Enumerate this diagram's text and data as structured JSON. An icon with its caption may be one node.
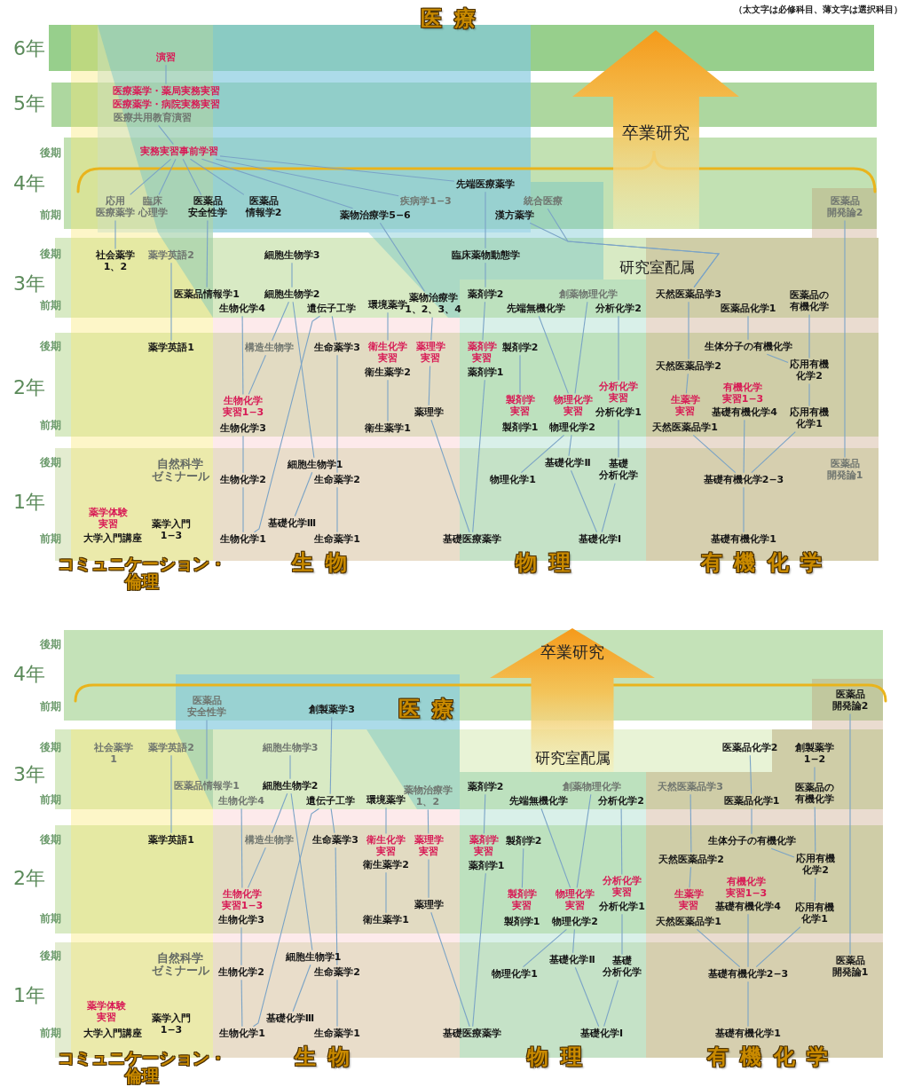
{
  "diagram": {
    "nodes": [
      {
        "text": [
          "卒業研究"
        ]
      },
      {
        "text": [
          "演習"
        ]
      },
      {
        "text": [
          "医療薬学・薬局実務実習"
        ]
      },
      {
        "text": [
          "医療共用教育演習"
        ]
      },
      {
        "text": [
          "実務実習事前学習"
        ]
      },
      {
        "text": [
          "先端医療薬学"
        ]
      },
      {
        "text": [
          "応用医療薬学"
        ]
      },
      {
        "text": [
          "臨床心理学"
        ]
      },
      {
        "text": [
          "医薬品安全性学"
        ]
      },
      {
        "text": [
          "医薬品情報学2"
        ]
      },
      {
        "text": [
          "疾病学1−3"
        ]
      },
      {
        "text": [
          "薬物治療学5−6"
        ]
      },
      {
        "text": [
          "統合医療"
        ]
      },
      {
        "text": [
          "漢方薬学"
        ]
      },
      {
        "text": [
          "医薬品開発論2"
        ]
      },
      {
        "text": [
          "社会薬学1、2"
        ]
      },
      {
        "text": [
          "薬学英語2"
        ]
      },
      {
        "text": [
          "細胞生物学3"
        ]
      },
      {
        "text": [
          "臨床薬物動態学"
        ]
      },
      {
        "text": [
          "医薬品情報学1"
        ]
      },
      {
        "text": [
          "細胞生物学2"
        ]
      },
      {
        "text": [
          "生物化学4"
        ]
      },
      {
        "text": [
          "遺伝子工学"
        ]
      },
      {
        "text": [
          "環境薬学"
        ]
      },
      {
        "text": [
          "薬物治療学1、2、3、4"
        ]
      },
      {
        "text": [
          "薬剤学2"
        ]
      },
      {
        "text": [
          "創薬物理化学"
        ]
      },
      {
        "text": [
          "天然医薬品学3"
        ]
      },
      {
        "text": [
          "医薬品の有機化学"
        ]
      },
      {
        "text": [
          "先端無機化学"
        ]
      },
      {
        "text": [
          "分析化学2"
        ]
      },
      {
        "text": [
          "医薬品化学1"
        ]
      },
      {
        "text": [
          "薬学英語1"
        ]
      },
      {
        "text": [
          "構造生物学"
        ]
      },
      {
        "text": [
          "生命薬学3"
        ]
      },
      {
        "text": [
          "衛生化学実習"
        ]
      },
      {
        "text": [
          "薬理学実習"
        ]
      },
      {
        "text": [
          "薬剤学実習"
        ]
      },
      {
        "text": [
          "製剤学2"
        ]
      },
      {
        "text": [
          "生体分子の有機化学"
        ]
      },
      {
        "text": [
          "衛生薬学2"
        ]
      },
      {
        "text": [
          "薬剤学1"
        ]
      },
      {
        "text": [
          "天然医薬品学2"
        ]
      },
      {
        "text": [
          "応用有機化学2"
        ]
      },
      {
        "text": [
          "生物化学実習1−3"
        ]
      },
      {
        "text": [
          "分析化学実習"
        ]
      },
      {
        "text": [
          "製剤学実習"
        ]
      },
      {
        "text": [
          "物理化学実習"
        ]
      },
      {
        "text": [
          "生薬学実習"
        ]
      },
      {
        "text": [
          "薬理学"
        ]
      },
      {
        "text": [
          "分析化学1"
        ]
      },
      {
        "text": [
          "基礎有機化学4"
        ]
      },
      {
        "text": [
          "応用有機化学1"
        ]
      },
      {
        "text": [
          "生物化学3"
        ]
      },
      {
        "text": [
          "衛生薬学1"
        ]
      },
      {
        "text": [
          "物理化学2"
        ]
      },
      {
        "text": [
          "天然医薬品学1"
        ]
      },
      {
        "text": [
          "細胞生物学1"
        ]
      },
      {
        "text": [
          "基礎化学Ⅱ"
        ]
      },
      {
        "text": [
          "基礎分析化学"
        ]
      },
      {
        "text": [
          "医薬品開発論1"
        ]
      },
      {
        "text": [
          "生物化学2"
        ]
      },
      {
        "text": [
          "生命薬学2"
        ]
      },
      {
        "text": [
          "物理化学1"
        ]
      },
      {
        "text": [
          "基礎有機化学2−3"
        ]
      },
      {
        "text": [
          "基礎化学Ⅲ"
        ]
      },
      {
        "text": [
          "生物化学1"
        ]
      },
      {
        "text": [
          "生命薬学1"
        ]
      },
      {
        "text": [
          "基礎医療薬学"
        ]
      },
      {
        "text": [
          "基礎化学Ⅰ"
        ]
      },
      {
        "text": [
          "基礎有機化学1"
        ]
      },
      {
        "text": [
          "卒業研究"
        ]
      },
      {
        "text": [
          "医薬品安全性学"
        ]
      },
      {
        "text": [
          "創製薬学3"
        ]
      },
      {
        "text": [
          "医薬品開発論2"
        ]
      },
      {
        "text": [
          "薬学英語2"
        ]
      },
      {
        "text": [
          "細胞生物学3"
        ]
      },
      {
        "text": [
          "医薬品化学2"
        ]
      },
      {
        "text": [
          "創製薬学1−2"
        ]
      },
      {
        "text": [
          "医薬品情報学1"
        ]
      },
      {
        "text": [
          "細胞生物学2"
        ]
      },
      {
        "text": [
          "薬剤学2"
        ]
      },
      {
        "text": [
          "創薬物理化学"
        ]
      },
      {
        "text": [
          "天然医薬品学3"
        ]
      },
      {
        "text": [
          "医薬品の有機化学"
        ]
      },
      {
        "text": [
          "生物化学4"
        ]
      },
      {
        "text": [
          "遺伝子工学"
        ]
      },
      {
        "text": [
          "環境薬学"
        ]
      },
      {
        "text": [
          "薬物治療学1、2"
        ]
      },
      {
        "text": [
          "先端無機化学"
        ]
      },
      {
        "text": [
          "分析化学2"
        ]
      },
      {
        "text": [
          "医薬品化学1"
        ]
      },
      {
        "text": [
          "薬学英語1"
        ]
      },
      {
        "text": [
          "構造生物学"
        ]
      },
      {
        "text": [
          "生命薬学3"
        ]
      },
      {
        "text": [
          "衛生化学実習"
        ]
      },
      {
        "text": [
          "薬理学実習"
        ]
      },
      {
        "text": [
          "薬剤学実習"
        ]
      },
      {
        "text": [
          "製剤学2"
        ]
      },
      {
        "text": [
          "生体分子の有機化学"
        ]
      },
      {
        "text": [
          "衛生薬学2"
        ]
      },
      {
        "text": [
          "天然医薬品学2"
        ]
      },
      {
        "text": [
          "応用有機化学2"
        ]
      },
      {
        "text": [
          "分析化学実習"
        ]
      },
      {
        "text": [
          "生物化学実習1−3"
        ]
      },
      {
        "text": [
          "製剤学実習"
        ]
      },
      {
        "text": [
          "物理化学実習"
        ]
      },
      {
        "text": [
          "生薬学実習"
        ]
      },
      {
        "text": [
          "薬理学"
        ]
      },
      {
        "text": [
          "分析化学1"
        ]
      },
      {
        "text": [
          "基礎有機化学4"
        ]
      },
      {
        "text": [
          "応用有機化学1"
        ]
      },
      {
        "text": [
          "生物化学3"
        ]
      },
      {
        "text": [
          "衛生薬学1"
        ]
      },
      {
        "text": [
          "物理化学2"
        ]
      },
      {
        "text": [
          "天然医薬品学1"
        ]
      },
      {
        "text": [
          "細胞生物学1"
        ]
      },
      {
        "text": [
          "基礎化学Ⅱ"
        ]
      },
      {
        "text": [
          "基礎分析化学"
        ]
      },
      {
        "text": [
          "医薬品開発論1"
        ]
      },
      {
        "text": [
          "生物化学2"
        ]
      },
      {
        "text": [
          "生命薬学2"
        ]
      },
      {
        "text": [
          "物理化学1"
        ]
      },
      {
        "text": [
          "基礎有機化学2−3"
        ]
      },
      {
        "text": [
          "基礎化学Ⅲ"
        ]
      },
      {
        "text": [
          "生物化学1"
        ]
      },
      {
        "text": [
          "生命薬学1"
        ]
      },
      {
        "text": [
          "基礎医療薬学"
        ]
      },
      {
        "text": [
          "基礎化学Ⅰ"
        ]
      },
      {
        "text": [
          "基礎有機化学1"
        ]
      },
      {
        "text": [
          "薬剤学1"
        ]
      }
    ],
    "edges": [
      {
        "from": 1,
        "to": 2,
        "arrow": "none"
      },
      {
        "from": 3,
        "to": 4,
        "arrow": "none"
      },
      {
        "from": 4,
        "to": 6,
        "arrow": "none"
      },
      {
        "from": 4,
        "to": 7,
        "arrow": "none"
      },
      {
        "from": 4,
        "to": 8,
        "arrow": "none"
      },
      {
        "from": 4,
        "to": 9,
        "arrow": "none"
      },
      {
        "from": 4,
        "to": 10,
        "arrow": "none"
      },
      {
        "from": 4,
        "to": 11,
        "arrow": "none"
      },
      {
        "from": 4,
        "to": 5,
        "arrow": "none"
      },
      {
        "from": 6,
        "to": 15,
        "arrow": "none"
      },
      {
        "from": 16,
        "to": 32,
        "arrow": "none"
      },
      {
        "from": 8,
        "to": 19,
        "arrow": "none"
      },
      {
        "from": 17,
        "to": 20,
        "arrow": "none"
      },
      {
        "from": 11,
        "to": 24,
        "arrow": "none"
      },
      {
        "from": 5,
        "to": 18,
        "arrow": "none"
      },
      {
        "from": 18,
        "to": 25,
        "arrow": "none"
      },
      {
        "from": 12,
        "to": 27,
        "arrow": "none"
      },
      {
        "from": 13,
        "to": 27,
        "arrow": "none"
      },
      {
        "from": 14,
        "to": 60,
        "arrow": "none"
      },
      {
        "from": 20,
        "to": 33,
        "arrow": "none"
      },
      {
        "from": 33,
        "to": 44,
        "arrow": "none"
      },
      {
        "from": 20,
        "to": 57,
        "arrow": "none"
      },
      {
        "from": 57,
        "to": 65,
        "arrow": "none"
      },
      {
        "from": 22,
        "to": 34,
        "arrow": "none"
      },
      {
        "from": 22,
        "to": 66,
        "arrow": "none"
      },
      {
        "from": 21,
        "to": 44,
        "arrow": "none"
      },
      {
        "from": 53,
        "to": 61,
        "arrow": "none"
      },
      {
        "from": 61,
        "to": 66,
        "arrow": "none"
      },
      {
        "from": 34,
        "to": 62,
        "arrow": "none"
      },
      {
        "from": 62,
        "to": 67,
        "arrow": "none"
      },
      {
        "from": 23,
        "to": 35,
        "arrow": "none"
      },
      {
        "from": 40,
        "to": 54,
        "arrow": "none"
      },
      {
        "from": 24,
        "to": 36,
        "arrow": "none"
      },
      {
        "from": 36,
        "to": 49,
        "arrow": "none"
      },
      {
        "from": 49,
        "to": 68,
        "arrow": "none"
      },
      {
        "from": 25,
        "to": 37,
        "arrow": "none"
      },
      {
        "from": 41,
        "to": 68,
        "arrow": "none"
      },
      {
        "from": 38,
        "to": 46,
        "arrow": "none"
      },
      {
        "from": 29,
        "to": 47,
        "arrow": "none"
      },
      {
        "from": 26,
        "to": 47,
        "arrow": "none"
      },
      {
        "from": 30,
        "to": 45,
        "arrow": "none"
      },
      {
        "from": 50,
        "to": 59,
        "arrow": "none"
      },
      {
        "from": 55,
        "to": 63,
        "arrow": "none"
      },
      {
        "from": 55,
        "to": 58,
        "arrow": "none"
      },
      {
        "from": 58,
        "to": 69,
        "arrow": "none"
      },
      {
        "from": 59,
        "to": 69,
        "arrow": "none"
      },
      {
        "from": 27,
        "to": 42,
        "arrow": "none"
      },
      {
        "from": 31,
        "to": 39,
        "arrow": "none"
      },
      {
        "from": 28,
        "to": 43,
        "arrow": "none"
      },
      {
        "from": 39,
        "to": 43,
        "arrow": "none"
      },
      {
        "from": 42,
        "to": 48,
        "arrow": "none"
      },
      {
        "from": 43,
        "to": 52,
        "arrow": "none"
      },
      {
        "from": 56,
        "to": 64,
        "arrow": "none"
      },
      {
        "from": 51,
        "to": 64,
        "arrow": "none"
      },
      {
        "from": 52,
        "to": 64,
        "arrow": "none"
      },
      {
        "from": 64,
        "to": 70,
        "arrow": "none"
      },
      {
        "from": 72,
        "to": 79,
        "arrow": "none"
      },
      {
        "from": 73,
        "to": 86,
        "arrow": "none"
      },
      {
        "from": 74,
        "to": 119,
        "arrow": "none"
      },
      {
        "from": 75,
        "to": 92,
        "arrow": "none"
      },
      {
        "from": 76,
        "to": 80,
        "arrow": "none"
      },
      {
        "from": 80,
        "to": 93,
        "arrow": "none"
      },
      {
        "from": 93,
        "to": 104,
        "arrow": "none"
      },
      {
        "from": 80,
        "to": 116,
        "arrow": "none"
      },
      {
        "from": 116,
        "to": 124,
        "arrow": "none"
      },
      {
        "from": 86,
        "to": 94,
        "arrow": "none"
      },
      {
        "from": 86,
        "to": 125,
        "arrow": "none"
      },
      {
        "from": 85,
        "to": 104,
        "arrow": "none"
      },
      {
        "from": 112,
        "to": 120,
        "arrow": "none"
      },
      {
        "from": 120,
        "to": 125,
        "arrow": "none"
      },
      {
        "from": 94,
        "to": 121,
        "arrow": "none"
      },
      {
        "from": 121,
        "to": 126,
        "arrow": "none"
      },
      {
        "from": 87,
        "to": 95,
        "arrow": "none"
      },
      {
        "from": 100,
        "to": 113,
        "arrow": "none"
      },
      {
        "from": 88,
        "to": 96,
        "arrow": "none"
      },
      {
        "from": 96,
        "to": 108,
        "arrow": "none"
      },
      {
        "from": 108,
        "to": 127,
        "arrow": "none"
      },
      {
        "from": 81,
        "to": 97,
        "arrow": "none"
      },
      {
        "from": 130,
        "to": 127,
        "arrow": "none"
      },
      {
        "from": 98,
        "to": 105,
        "arrow": "none"
      },
      {
        "from": 89,
        "to": 106,
        "arrow": "none"
      },
      {
        "from": 82,
        "to": 106,
        "arrow": "none"
      },
      {
        "from": 90,
        "to": 103,
        "arrow": "none"
      },
      {
        "from": 109,
        "to": 118,
        "arrow": "none"
      },
      {
        "from": 114,
        "to": 122,
        "arrow": "none"
      },
      {
        "from": 114,
        "to": 117,
        "arrow": "none"
      },
      {
        "from": 117,
        "to": 128,
        "arrow": "none"
      },
      {
        "from": 118,
        "to": 128,
        "arrow": "none"
      },
      {
        "from": 83,
        "to": 101,
        "arrow": "none"
      },
      {
        "from": 101,
        "to": 107,
        "arrow": "none"
      },
      {
        "from": 77,
        "to": 91,
        "arrow": "none"
      },
      {
        "from": 91,
        "to": 99,
        "arrow": "none"
      },
      {
        "from": 78,
        "to": 84,
        "arrow": "none"
      },
      {
        "from": 84,
        "to": 102,
        "arrow": "none"
      },
      {
        "from": 99,
        "to": 102,
        "arrow": "none"
      },
      {
        "from": 102,
        "to": 111,
        "arrow": "none"
      },
      {
        "from": 115,
        "to": 123,
        "arrow": "none"
      },
      {
        "from": 110,
        "to": 123,
        "arrow": "none"
      },
      {
        "from": 111,
        "to": 123,
        "arrow": "none"
      },
      {
        "from": 123,
        "to": 129,
        "arrow": "none"
      }
    ],
    "labels": [
      "（太文字は必修科目、薄文字は選択科目）",
      "医療",
      "6年",
      "5年",
      "後期",
      "4年",
      "前期",
      "後期",
      "3年",
      "前期",
      "後期",
      "2年",
      "前期",
      "後期",
      "1年",
      "前期",
      "医療薬学・病院実務実習",
      "研究室配属",
      "有機化学実習1−3",
      "製剤学1",
      "自然科学ゼミナール",
      "薬学体験実習",
      "薬学入門1−3",
      "大学入門講座",
      "コミュニケーション・倫理",
      "生物",
      "物理",
      "有機化学",
      "後期",
      "4年",
      "前期",
      "医療",
      "研究室配属",
      "後期",
      "3年",
      "社会薬学1",
      "前期",
      "後期",
      "2年",
      "有機化学実習1−3",
      "前期",
      "製剤学1",
      "後期",
      "自然科学ゼミナール",
      "1年",
      "薬学体験実習",
      "薬学入門1−3",
      "前期",
      "大学入門講座",
      "コミュニケーション・倫理",
      "生物",
      "物理",
      "有機化学"
    ]
  }
}
